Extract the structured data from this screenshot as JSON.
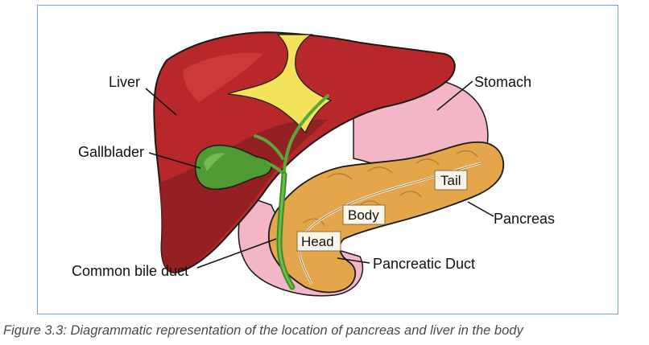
{
  "figure": {
    "labels": {
      "liver": "Liver",
      "gallbladder": "Gallblader",
      "common_bile_duct": "Common bile duct",
      "stomach": "Stomach",
      "tail": "Tail",
      "body": "Body",
      "head": "Head",
      "pancreas": "Pancreas",
      "pancreatic_duct": "Pancreatic Duct"
    },
    "caption": "Figure 3.3: Diagrammatic representation of the location of pancreas and liver in the body"
  },
  "colors": {
    "liver": "#b8282b",
    "liver_shadow": "#7a1a1c",
    "gallbladder": "#4e9a33",
    "bile_duct": "#59a83a",
    "fat_ligament": "#f2e35a",
    "stomach": "#f0b3c3",
    "pancreas": "#e3a64a",
    "frame_border": "#7a9fc4"
  }
}
